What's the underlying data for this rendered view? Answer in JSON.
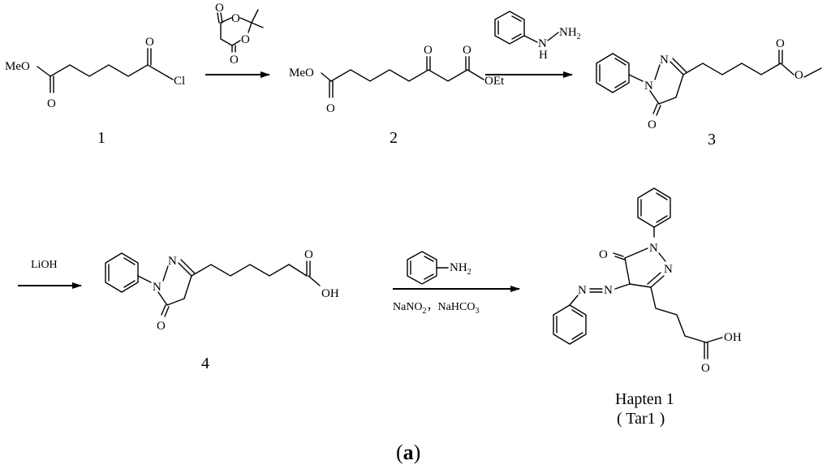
{
  "labels": {
    "c1_meo": "MeO",
    "c1_o_bottom": "O",
    "c1_o_top": "O",
    "c1_cl": "Cl",
    "c1_number": "1",
    "c2_meo": "MeO",
    "c2_o_bottom": "O",
    "c2_o_keto": "O",
    "c2_o_top": "O",
    "c2_oet": "OEt",
    "c2_number": "2",
    "c3_n1": "N",
    "c3_n2": "N",
    "c3_o": "O",
    "c3_o_ester_top": "O",
    "c3_o_ester": "O",
    "c3_number": "3",
    "c4_n1": "N",
    "c4_n2": "N",
    "c4_o": "O",
    "c4_o_top": "O",
    "c4_oh": "OH",
    "c4_number": "4",
    "h_o": "O",
    "h_n1": "N",
    "h_n2": "N",
    "h_azo_n1": "N",
    "h_azo_n2": "N",
    "h_o_acid": "O",
    "h_oh": "OH",
    "h_name": "Hapten 1",
    "h_alias": "( Tar1 )",
    "meldrum_o1": "O",
    "meldrum_o2": "O",
    "meldrum_o3": "O",
    "meldrum_o4": "O",
    "hydrazine_h": "H",
    "hydrazine_n": "N",
    "hydrazine_nh": "NH",
    "hydrazine_nh_sub": "2",
    "lioh": "LiOH",
    "aniline_nh": "NH",
    "aniline_nh_sub": "2",
    "cond_text_1": "NaNO",
    "cond_sub_1": "2",
    "cond_text_2": "，NaHCO",
    "cond_sub_2": "3",
    "caption_open": "(",
    "caption_letter": "a",
    "caption_close": ")"
  }
}
